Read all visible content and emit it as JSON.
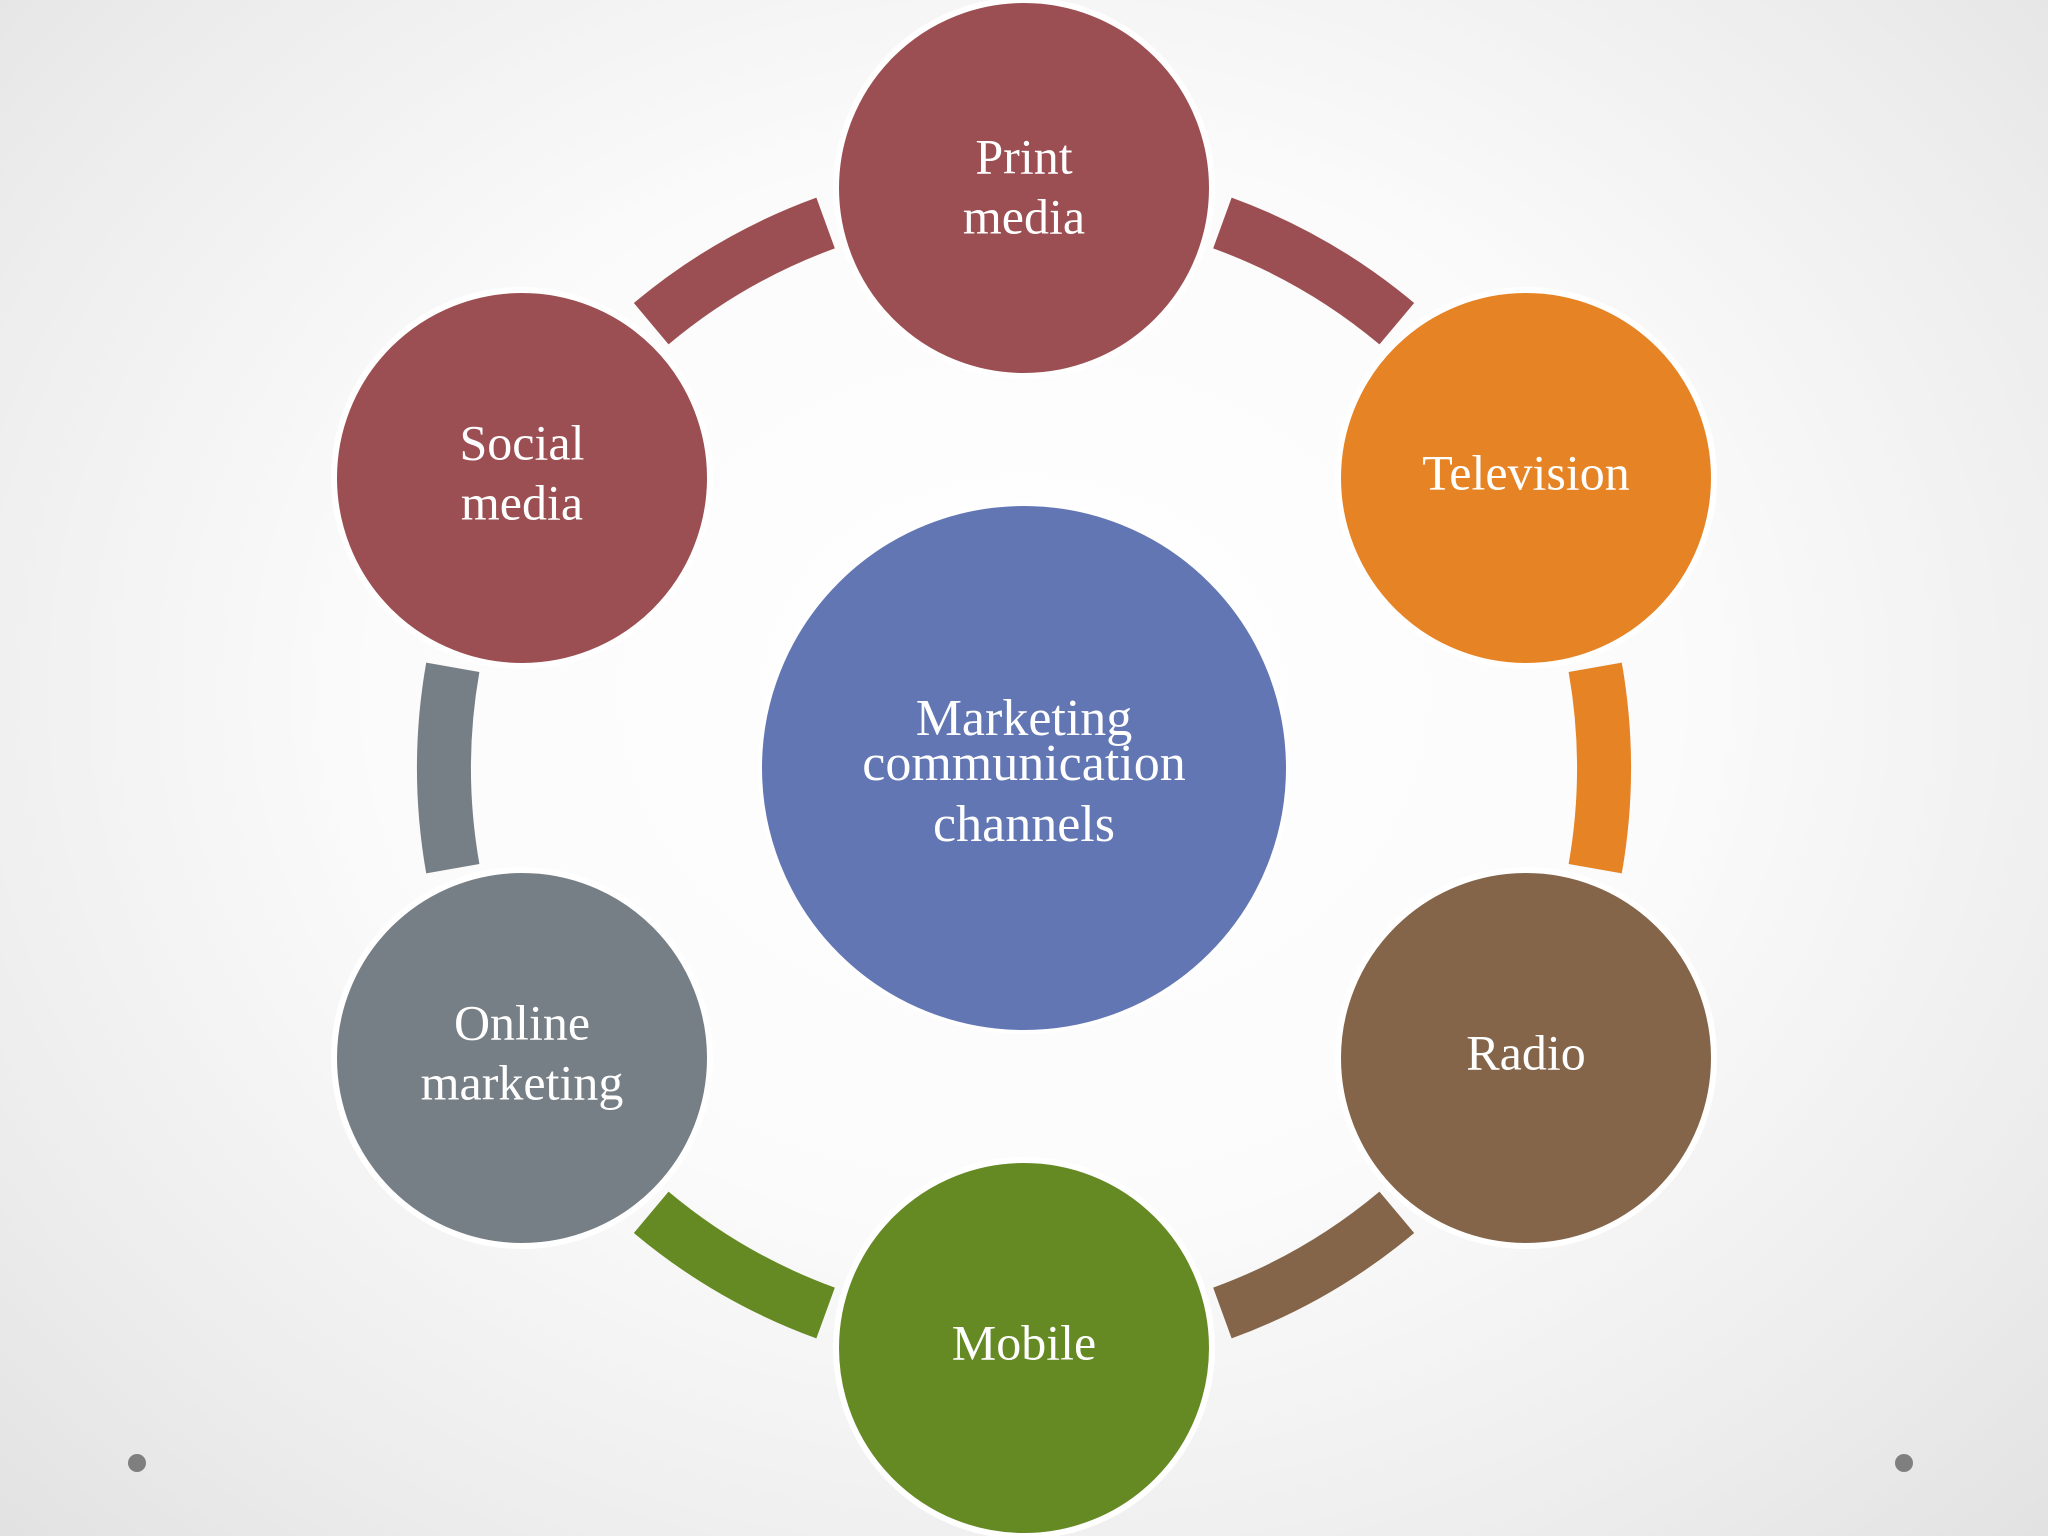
{
  "diagram": {
    "center": {
      "lines": [
        "Marketing",
        "communication",
        "channels"
      ],
      "color": "#6276B3"
    },
    "nodes": [
      {
        "id": "print-media",
        "lines": [
          "Print",
          "media"
        ],
        "color": "#9C4F52"
      },
      {
        "id": "television",
        "lines": [
          "Television"
        ],
        "color": "#E68425"
      },
      {
        "id": "radio",
        "lines": [
          "Radio"
        ],
        "color": "#846549"
      },
      {
        "id": "mobile",
        "lines": [
          "Mobile"
        ],
        "color": "#658A23"
      },
      {
        "id": "online-marketing",
        "lines": [
          "Online",
          "marketing"
        ],
        "color": "#777F86"
      },
      {
        "id": "social-media",
        "lines": [
          "Social",
          "media"
        ],
        "color": "#9C4F52"
      }
    ],
    "connectors": [
      {
        "from": "print-media",
        "to": "television",
        "color": "#9C4F52"
      },
      {
        "from": "television",
        "to": "radio",
        "color": "#E68425"
      },
      {
        "from": "radio",
        "to": "mobile",
        "color": "#846549"
      },
      {
        "from": "mobile",
        "to": "online-marketing",
        "color": "#658A23"
      },
      {
        "from": "online-marketing",
        "to": "social-media",
        "color": "#777F86"
      },
      {
        "from": "social-media",
        "to": "print-media",
        "color": "#9C4F52"
      }
    ]
  },
  "slide": {
    "bullet_color": "#7F7F7F"
  }
}
